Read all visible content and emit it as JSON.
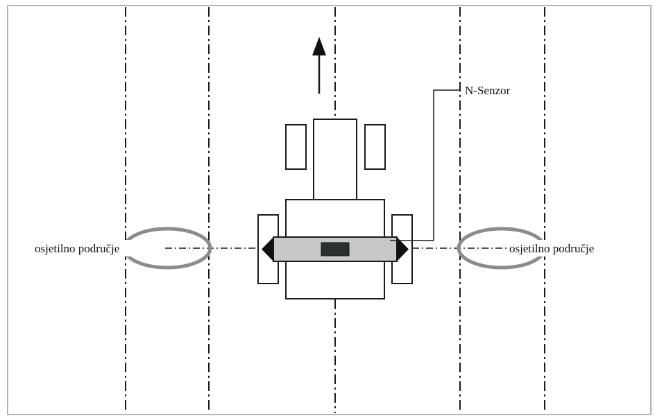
{
  "labels": {
    "sensor": "N-Senzor",
    "sensing_area_left": "osjetilno područje",
    "sensing_area_right": "osjetilno područje"
  },
  "colors": {
    "line": "#1a1a1a",
    "frame": "#9a9a9a",
    "ellipse": "#8c8c8c",
    "boom_fill": "#c7c9c6",
    "sensor_box": "#2b3131",
    "background": "#ffffff"
  },
  "icons": {
    "direction": "arrow-up-icon",
    "boom_ends": "triangle-icon"
  }
}
